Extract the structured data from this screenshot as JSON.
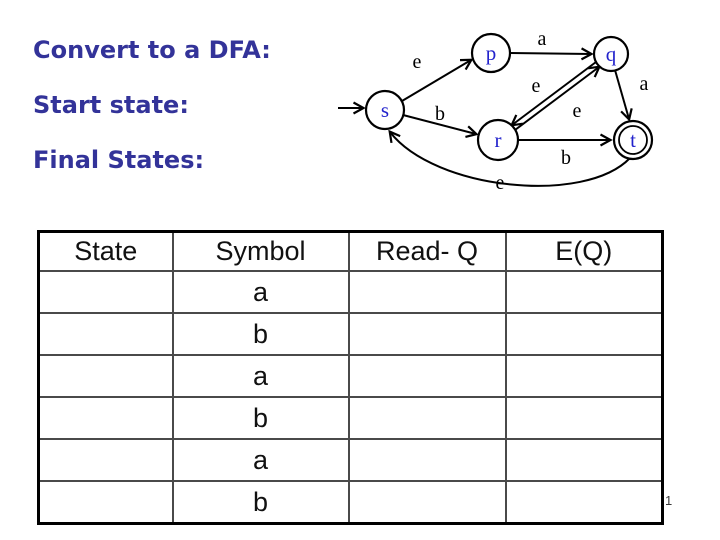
{
  "title": {
    "lines": [
      "Convert to a DFA:",
      "Start state:",
      "Final States:"
    ],
    "color": "#333399"
  },
  "diagram": {
    "type": "nfa-state-diagram",
    "node_label_color": "#2222CC",
    "line_color": "#000000",
    "states": [
      {
        "id": "s",
        "label": "s",
        "start": true,
        "final": false
      },
      {
        "id": "p",
        "label": "p",
        "start": false,
        "final": false
      },
      {
        "id": "q",
        "label": "q",
        "start": false,
        "final": false
      },
      {
        "id": "r",
        "label": "r",
        "start": false,
        "final": false
      },
      {
        "id": "t",
        "label": "t",
        "start": false,
        "final": true
      }
    ],
    "edges": [
      {
        "from": "start",
        "to": "s",
        "label": ""
      },
      {
        "from": "s",
        "to": "p",
        "label": "e"
      },
      {
        "from": "p",
        "to": "q",
        "label": "a"
      },
      {
        "from": "q",
        "to": "r",
        "label": "e"
      },
      {
        "from": "r",
        "to": "q",
        "label": "e"
      },
      {
        "from": "q",
        "to": "t",
        "label": "a"
      },
      {
        "from": "r",
        "to": "t",
        "label": "b"
      },
      {
        "from": "s",
        "to": "r",
        "label": "b"
      },
      {
        "from": "t",
        "to": "s",
        "label": "e"
      }
    ]
  },
  "table": {
    "headers": [
      "State",
      "Symbol",
      "Read- Q",
      "E(Q)"
    ],
    "rows": [
      {
        "state": "",
        "symbol": "a",
        "read_q": "",
        "e_q": ""
      },
      {
        "state": "",
        "symbol": "b",
        "read_q": "",
        "e_q": ""
      },
      {
        "state": "",
        "symbol": "a",
        "read_q": "",
        "e_q": ""
      },
      {
        "state": "",
        "symbol": "b",
        "read_q": "",
        "e_q": ""
      },
      {
        "state": "",
        "symbol": "a",
        "read_q": "",
        "e_q": ""
      },
      {
        "state": "",
        "symbol": "b",
        "read_q": "",
        "e_q": ""
      }
    ]
  },
  "page": {
    "page_number": "1"
  }
}
